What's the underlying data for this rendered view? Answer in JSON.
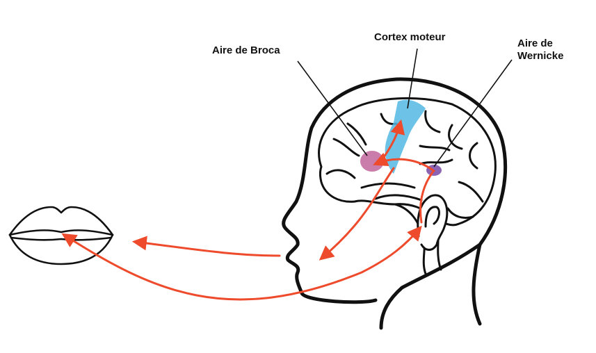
{
  "labels": {
    "broca": "Aire de Broca",
    "motor_cortex": "Cortex moteur",
    "wernicke_line1": "Aire de",
    "wernicke_line2": "Wernicke"
  },
  "colors": {
    "outline": "#111111",
    "arrow": "#ee4a2c",
    "motor_cortex": "#54b8e3",
    "broca": "#c46fa1",
    "wernicke": "#8c62b3"
  }
}
